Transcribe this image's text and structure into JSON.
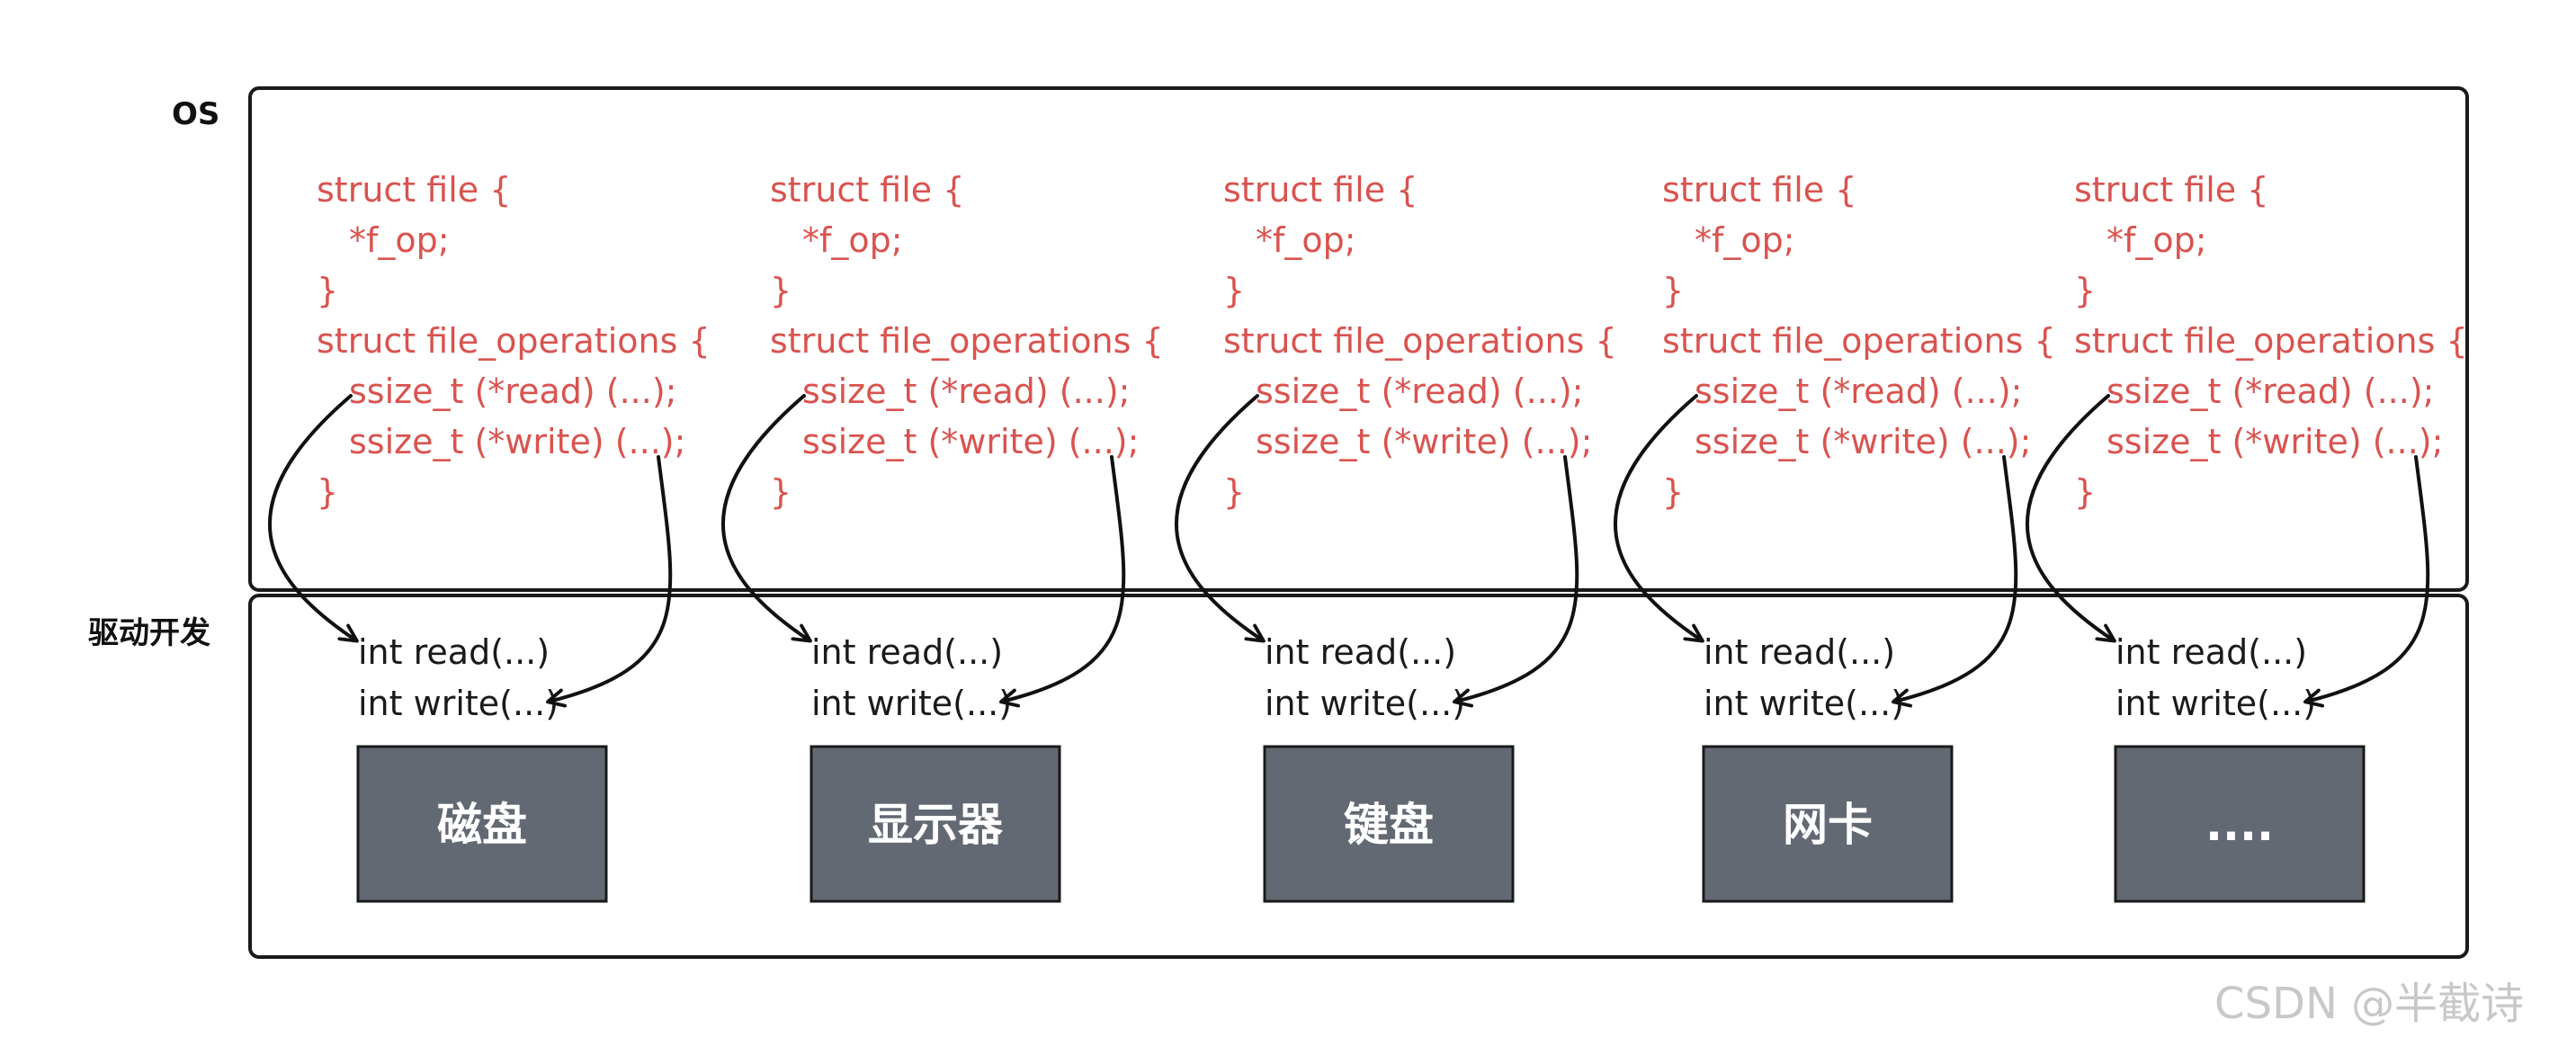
{
  "layers": {
    "os_label": "OS",
    "driver_label": "驱动开发"
  },
  "code_block": {
    "lines": [
      "struct file {",
      "    *f_op;",
      "}",
      "struct file_operations {",
      "    ssize_t (*read) (...);",
      "    ssize_t (*write) (...);",
      "}"
    ]
  },
  "driver_funcs": {
    "read": "int  read(...)",
    "write": "int  write(...)"
  },
  "devices": [
    {
      "name": "磁盘"
    },
    {
      "name": "显示器"
    },
    {
      "name": "键盘"
    },
    {
      "name": "网卡"
    },
    {
      "name": "...."
    }
  ],
  "watermark": "CSDN @半截诗",
  "colors": {
    "code_text": "#d9534f",
    "device_box": "#636973",
    "device_text": "#ffffff",
    "border": "#1a1a1a"
  }
}
